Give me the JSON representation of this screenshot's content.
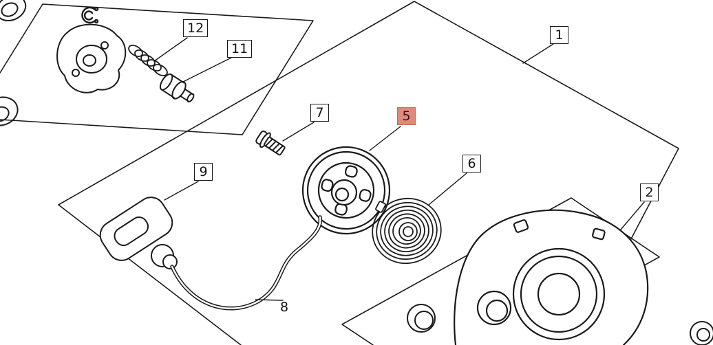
{
  "diagram": {
    "type": "exploded-parts-diagram",
    "background_color": "#ffffff",
    "line_color": "#1a1a1a",
    "highlight_bg_color": "#de8a7d",
    "highlight_text_color": "#40100a",
    "parts": [
      {
        "number": "1",
        "highlighted": false
      },
      {
        "number": "2",
        "highlighted": false
      },
      {
        "number": "5",
        "highlighted": true
      },
      {
        "number": "6",
        "highlighted": false
      },
      {
        "number": "7",
        "highlighted": false
      },
      {
        "number": "8",
        "highlighted": false
      },
      {
        "number": "9",
        "highlighted": false
      },
      {
        "number": "11",
        "highlighted": false
      },
      {
        "number": "12",
        "highlighted": false
      }
    ]
  }
}
